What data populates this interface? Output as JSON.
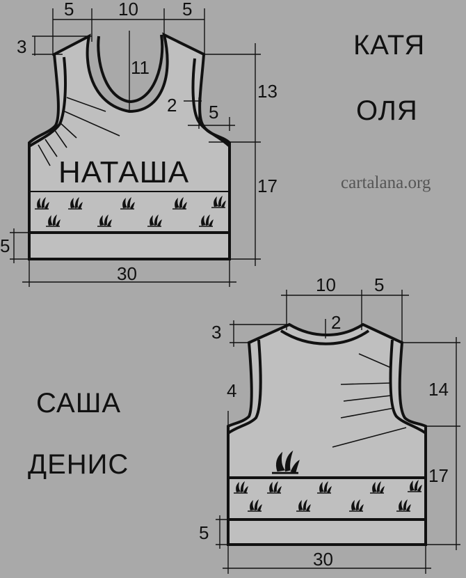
{
  "colors": {
    "background": "#a9a9a9",
    "garment": "#bfbfbf",
    "ink": "#111111",
    "watermark": "#555555"
  },
  "names": {
    "top_right": [
      "КАТЯ",
      "ОЛЯ"
    ],
    "bottom_left": [
      "САША",
      "ДЕНИС"
    ]
  },
  "watermark": "cartalana.org",
  "vest1": {
    "label": "НАТАША",
    "dims": {
      "shoulder_left": "5",
      "neck_width": "10",
      "shoulder_right": "5",
      "shoulder_drop": "3",
      "neck_depth": "11",
      "armhole_depth": "13",
      "armhole_band": "2",
      "armhole_inset": "5",
      "side_height": "17",
      "rib_height": "5",
      "width": "30"
    }
  },
  "vest2": {
    "dims": {
      "neck_width": "10",
      "shoulder_right": "5",
      "neck_depth": "2",
      "shoulder_drop": "3",
      "armhole_inset": "4",
      "armhole_depth": "14",
      "side_height": "17",
      "rib_height": "5",
      "width": "30"
    }
  }
}
